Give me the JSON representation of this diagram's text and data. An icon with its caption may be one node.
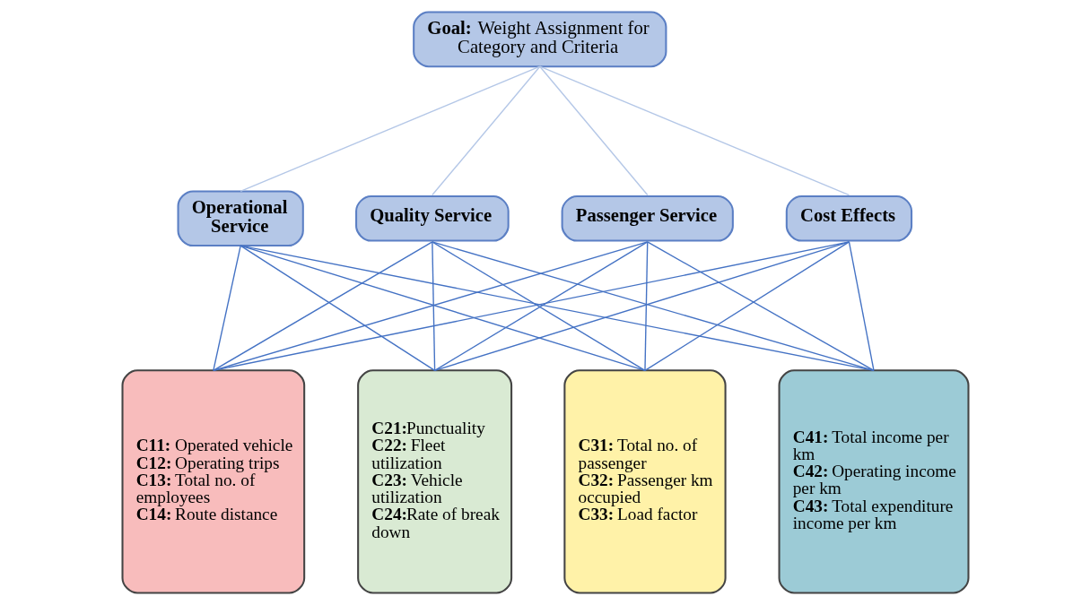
{
  "diagram": {
    "nodes": [
      {
        "text": [
          "**Goal:** Weight Assignment for Category and Criteria"
        ]
      },
      {
        "text": [
          "Operational Service"
        ]
      },
      {
        "text": [
          "Quality Service"
        ]
      },
      {
        "text": [
          "Passenger Service"
        ]
      },
      {
        "text": [
          "Cost Effects"
        ]
      },
      {
        "text": [
          "**C11:** Operated vehicle",
          "**C12:** Operating trips",
          "**C13:** Total no. of employees",
          "**C14:** Route distance"
        ]
      },
      {
        "text": [
          "**C21:**Punctuality",
          "**C22:** Fleet utilization",
          "**C23:** Vehicle utilization",
          "**C24:**Rate of break down"
        ]
      },
      {
        "text": [
          "**C31:** Total no. of passenger",
          "**C32:** Passenger km occupied",
          "**C33:** Load factor"
        ]
      },
      {
        "text": [
          "**C41:** Total income per km",
          "**C42:** Operating income per km",
          "**C43:** Total expenditure income per km"
        ]
      }
    ],
    "edges": [
      {
        "from": 0,
        "to": 1,
        "arrow": "none",
        "color": "#b4c7e7"
      },
      {
        "from": 0,
        "to": 2,
        "arrow": "none",
        "color": "#b4c7e7"
      },
      {
        "from": 0,
        "to": 3,
        "arrow": "none",
        "color": "#b4c7e7"
      },
      {
        "from": 0,
        "to": 4,
        "arrow": "none",
        "color": "#b4c7e7"
      },
      {
        "from": 1,
        "to": 5,
        "arrow": "none"
      },
      {
        "from": 1,
        "to": 6,
        "arrow": "none"
      },
      {
        "from": 1,
        "to": 7,
        "arrow": "none"
      },
      {
        "from": 1,
        "to": 8,
        "arrow": "none"
      },
      {
        "from": 2,
        "to": 5,
        "arrow": "none"
      },
      {
        "from": 2,
        "to": 6,
        "arrow": "none"
      },
      {
        "from": 2,
        "to": 7,
        "arrow": "none"
      },
      {
        "from": 2,
        "to": 8,
        "arrow": "none"
      },
      {
        "from": 3,
        "to": 5,
        "arrow": "none"
      },
      {
        "from": 3,
        "to": 6,
        "arrow": "none"
      },
      {
        "from": 3,
        "to": 7,
        "arrow": "none"
      },
      {
        "from": 3,
        "to": 8,
        "arrow": "none"
      },
      {
        "from": 4,
        "to": 5,
        "arrow": "none"
      },
      {
        "from": 4,
        "to": 6,
        "arrow": "none"
      },
      {
        "from": 4,
        "to": 7,
        "arrow": "none"
      },
      {
        "from": 4,
        "to": 8,
        "arrow": "none"
      }
    ]
  }
}
